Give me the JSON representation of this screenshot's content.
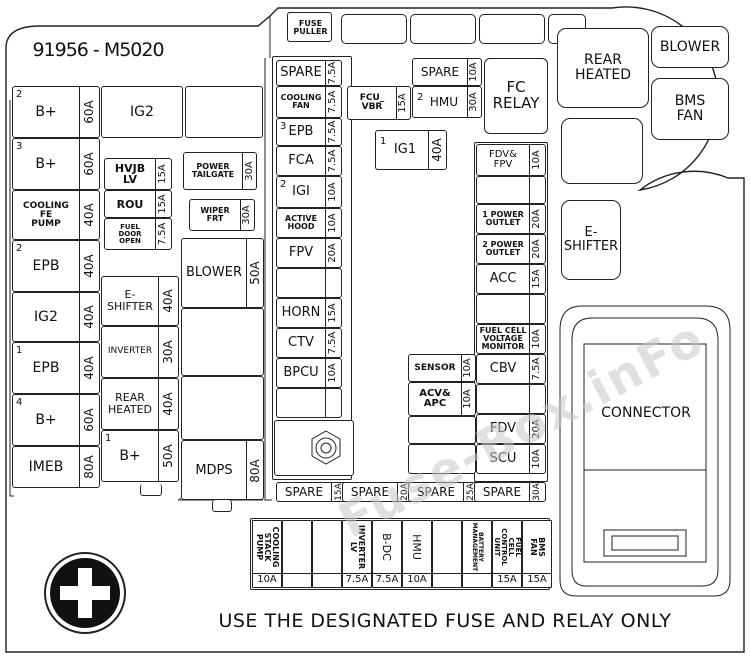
{
  "part_number": "91956 - M5020",
  "top": {
    "fuse_puller": "FUSE\nPULLER"
  },
  "left_col": [
    {
      "num": "2",
      "label": "B+",
      "amp": "60A"
    },
    {
      "num": "3",
      "label": "B+",
      "amp": "60A"
    },
    {
      "num": "",
      "label": "COOLING\nFE\nPUMP",
      "amp": "40A"
    },
    {
      "num": "2",
      "label": "EPB",
      "amp": "40A"
    },
    {
      "num": "",
      "label": "IG2",
      "amp": "40A"
    },
    {
      "num": "1",
      "label": "EPB",
      "amp": "40A"
    },
    {
      "num": "4",
      "label": "B+",
      "amp": "60A"
    },
    {
      "num": "",
      "label": "IMEB",
      "amp": "80A"
    }
  ],
  "relay_ig2": "IG2",
  "col2": [
    {
      "label": "E-\nSHIFTER",
      "amp": "40A"
    },
    {
      "label": "INVERTER",
      "amp": "30A"
    },
    {
      "label": "REAR\nHEATED",
      "amp": "40A"
    },
    {
      "num": "1",
      "label": "B+",
      "amp": "50A"
    }
  ],
  "small_fuses": [
    {
      "label": "HVJB\nLV",
      "amp": "15A"
    },
    {
      "label": "ROU",
      "amp": "15A"
    },
    {
      "label": "FUEL\nDOOR\nOPEN",
      "amp": "7.5A"
    }
  ],
  "power_tailgate": {
    "label": "POWER\nTAILGATE",
    "amp": "30A"
  },
  "wiper": {
    "label": "WIPER\nFRT",
    "amp": "30A"
  },
  "blower": {
    "label": "BLOWER",
    "amp": "50A"
  },
  "mdps": {
    "label": "MDPS",
    "amp": "80A"
  },
  "mid_left": [
    {
      "num": "",
      "label": "SPARE",
      "amp": "7.5A"
    },
    {
      "num": "",
      "label": "COOLING\nFAN",
      "amp": "7.5A"
    },
    {
      "num": "3",
      "label": "EPB",
      "amp": "7.5A"
    },
    {
      "num": "",
      "label": "FCA",
      "amp": "7.5A"
    },
    {
      "num": "2",
      "label": "IGI",
      "amp": "10A"
    },
    {
      "num": "",
      "label": "ACTIVE\nHOOD",
      "amp": "10A"
    },
    {
      "num": "",
      "label": "FPV",
      "amp": "20A"
    },
    {
      "num": "",
      "label": "",
      "amp": ""
    },
    {
      "num": "",
      "label": "HORN",
      "amp": "15A"
    },
    {
      "num": "",
      "label": "CTV",
      "amp": "7.5A"
    },
    {
      "num": "",
      "label": "BPCU",
      "amp": "10A"
    },
    {
      "num": "",
      "label": "",
      "amp": ""
    }
  ],
  "fcu_vbr": {
    "label": "FCU_\nVBR",
    "amp": "15A"
  },
  "spare_top": {
    "label": "SPARE",
    "amp": "10A"
  },
  "hmu": {
    "num": "2",
    "label": "HMU",
    "amp": "30A"
  },
  "fc_relay": "FC\nRELAY",
  "ig1": {
    "num": "1",
    "label": "IG1",
    "amp": "40A"
  },
  "right_col": [
    {
      "label": "FDV&\nFPV",
      "amp": "10A"
    },
    {
      "label": "",
      "amp": ""
    },
    {
      "label": "1 POWER\nOUTLET",
      "amp": "20A"
    },
    {
      "label": "2 POWER\nOUTLET",
      "amp": "20A"
    },
    {
      "label": "ACC",
      "amp": "15A"
    },
    {
      "label": "",
      "amp": ""
    },
    {
      "label": "FUEL CELL\nVOLTAGE\nMONITOR",
      "amp": "10A"
    },
    {
      "label": "CBV",
      "amp": "7.5A"
    },
    {
      "label": "",
      "amp": ""
    },
    {
      "label": "FDV",
      "amp": "20A"
    },
    {
      "label": "SCU",
      "amp": "10A"
    }
  ],
  "sensor": {
    "label": "SENSOR",
    "amp": "10A"
  },
  "acv_apc": {
    "label": "ACV&\nAPC",
    "amp": "10A"
  },
  "spares_row": [
    {
      "label": "SPARE",
      "amp": "15A"
    },
    {
      "label": "SPARE",
      "amp": "20A"
    },
    {
      "label": "SPARE",
      "amp": "25A"
    },
    {
      "label": "SPARE",
      "amp": "30A"
    }
  ],
  "bottom_row": [
    {
      "label": "COOLING\nSTACK\nPUMP",
      "amp": "10A"
    },
    {
      "label": "",
      "amp": ""
    },
    {
      "label": "",
      "amp": ""
    },
    {
      "label": "INVERTER\nLV",
      "amp": "7.5A"
    },
    {
      "label": "B-DC",
      "amp": "7.5A"
    },
    {
      "label": "HMU",
      "amp": "10A"
    },
    {
      "label": "",
      "amp": ""
    },
    {
      "label": "BATTERY\nMANAGEMENT",
      "amp": ""
    },
    {
      "label": "FUEL\nCELL\nCONTROL\nUNIT",
      "amp": "15A"
    },
    {
      "label": "BMS\nFAN",
      "amp": "15A"
    }
  ],
  "right_relays": {
    "rear_heated": "REAR\nHEATED",
    "blower": "BLOWER",
    "bms_fan": "BMS\nFAN",
    "e_shifter": "E-\nSHIFTER"
  },
  "connector": "CONNECTOR",
  "footer": "USE THE DESIGNATED FUSE AND RELAY ONLY",
  "watermark": "Fuse-Box.inFo",
  "colors": {
    "line": "#222222",
    "watermark": "#c8c8c8"
  }
}
